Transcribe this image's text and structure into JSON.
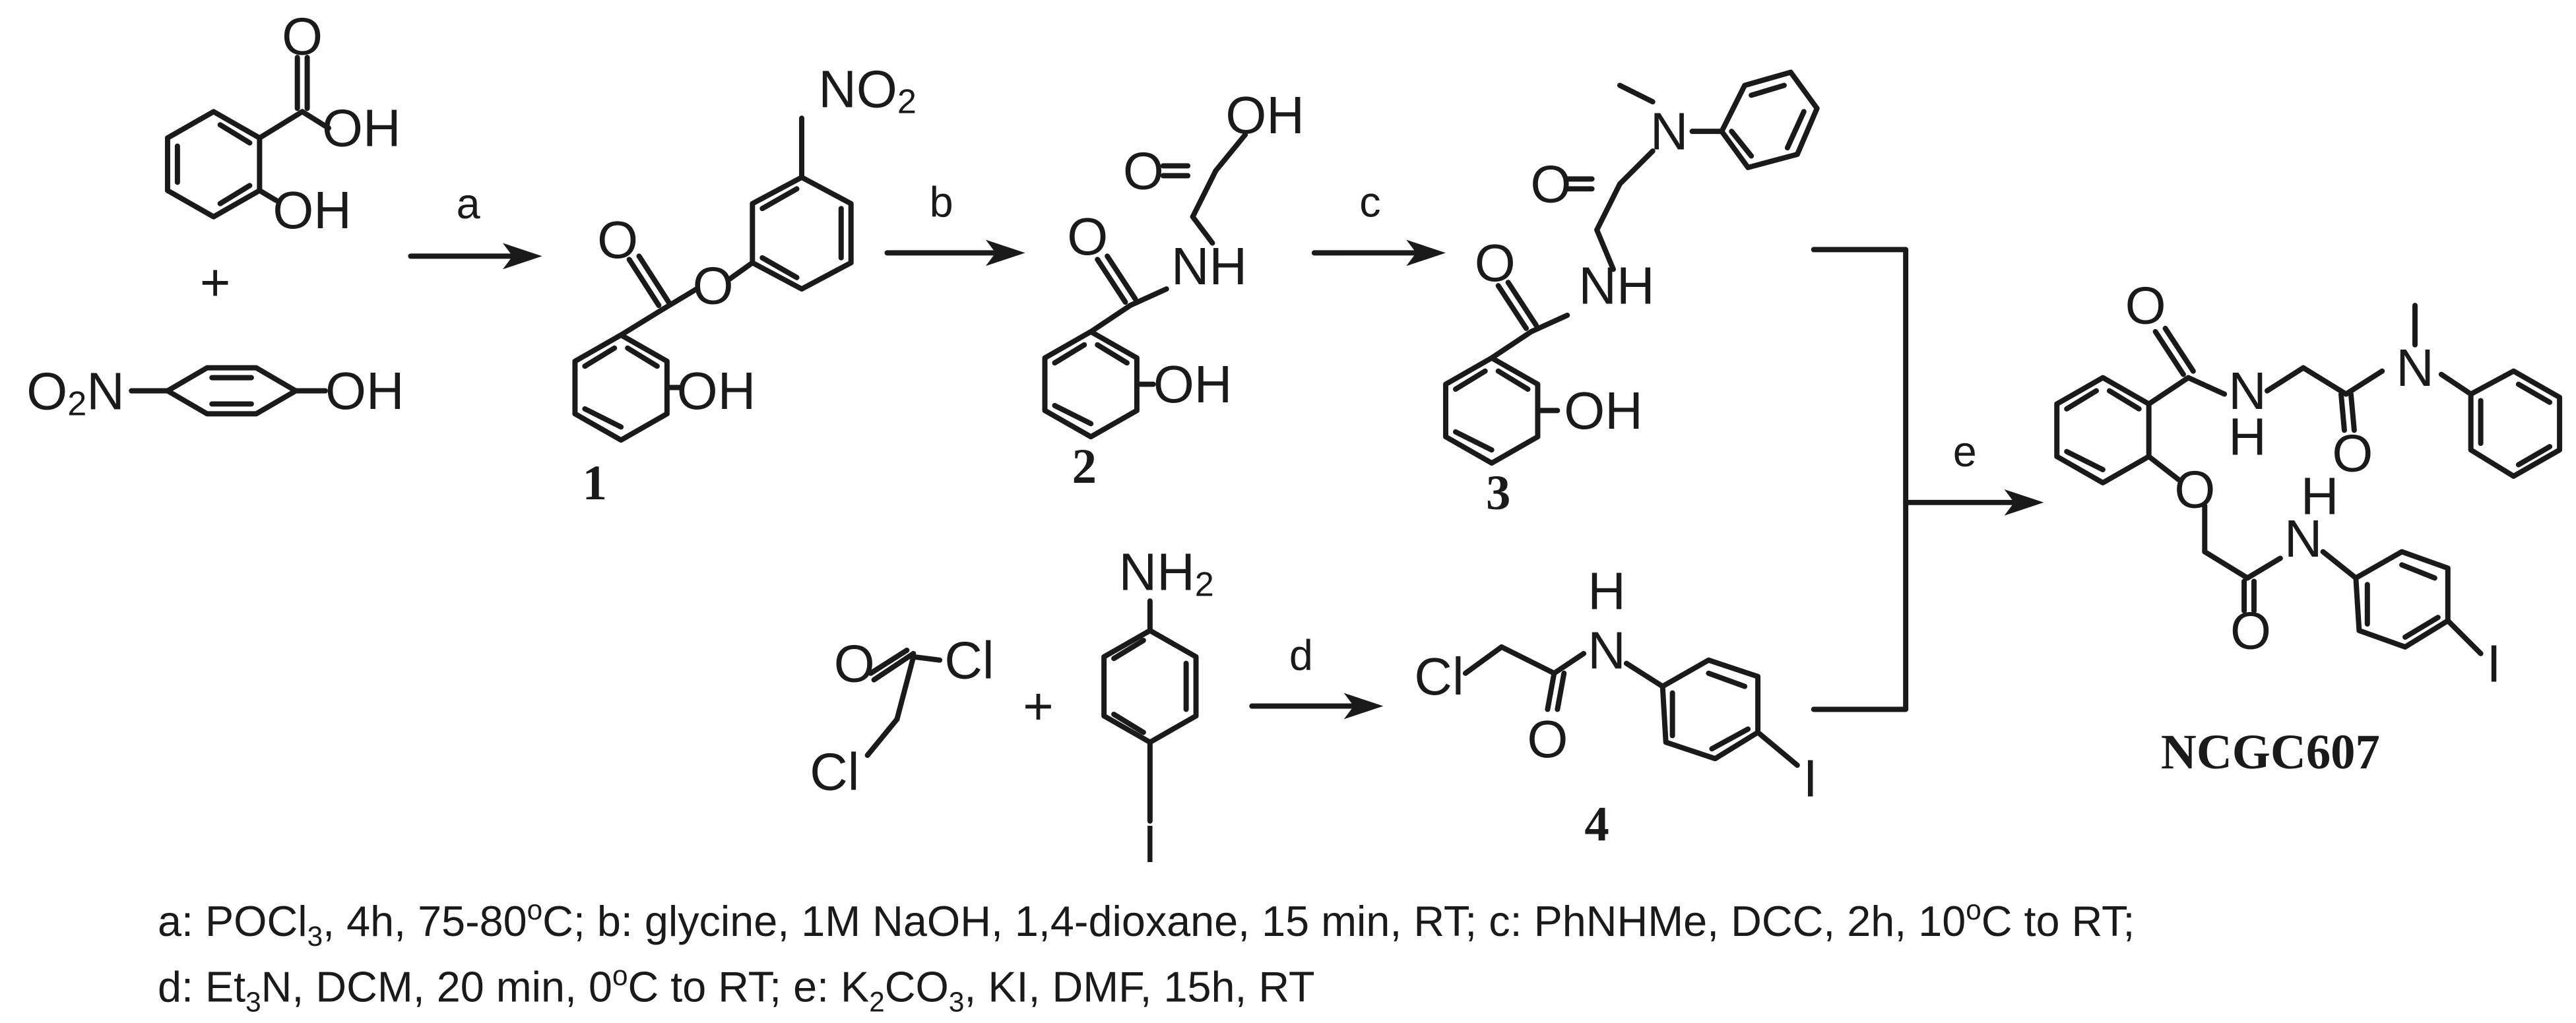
{
  "atoms": {
    "o": "O",
    "oh": "OH",
    "no2": [
      "NO",
      "2"
    ],
    "o2n": [
      "O",
      "2",
      "N"
    ],
    "nh": "NH",
    "n": "N",
    "h": "H",
    "nh2": [
      "NH",
      "2"
    ],
    "cl": "Cl",
    "i": "I"
  },
  "plus": "+",
  "steps": {
    "a": "a",
    "b": "b",
    "c": "c",
    "d": "d",
    "e": "e"
  },
  "compounds": {
    "c1": "1",
    "c2": "2",
    "c3": "3",
    "c4": "4",
    "product": "NCGC607"
  },
  "conditions": {
    "line1": [
      {
        "t": "a: POCl"
      },
      {
        "t": "3",
        "k": "sub"
      },
      {
        "t": ", 4h, 75-80"
      },
      {
        "t": "o",
        "k": "sup"
      },
      {
        "t": "C; b: glycine, 1M NaOH, 1,4-dioxane, 15 min, RT; c: PhNHMe, DCC, 2h, 10"
      },
      {
        "t": "o",
        "k": "sup"
      },
      {
        "t": "C to RT;"
      }
    ],
    "line2": [
      {
        "t": "d: Et"
      },
      {
        "t": "3",
        "k": "sub"
      },
      {
        "t": "N, DCM, 20 min, 0"
      },
      {
        "t": "o",
        "k": "sup"
      },
      {
        "t": "C to RT;  e: K"
      },
      {
        "t": "2",
        "k": "sub"
      },
      {
        "t": "CO"
      },
      {
        "t": "3",
        "k": "sub"
      },
      {
        "t": ", KI, DMF, 15h, RT"
      }
    ]
  }
}
